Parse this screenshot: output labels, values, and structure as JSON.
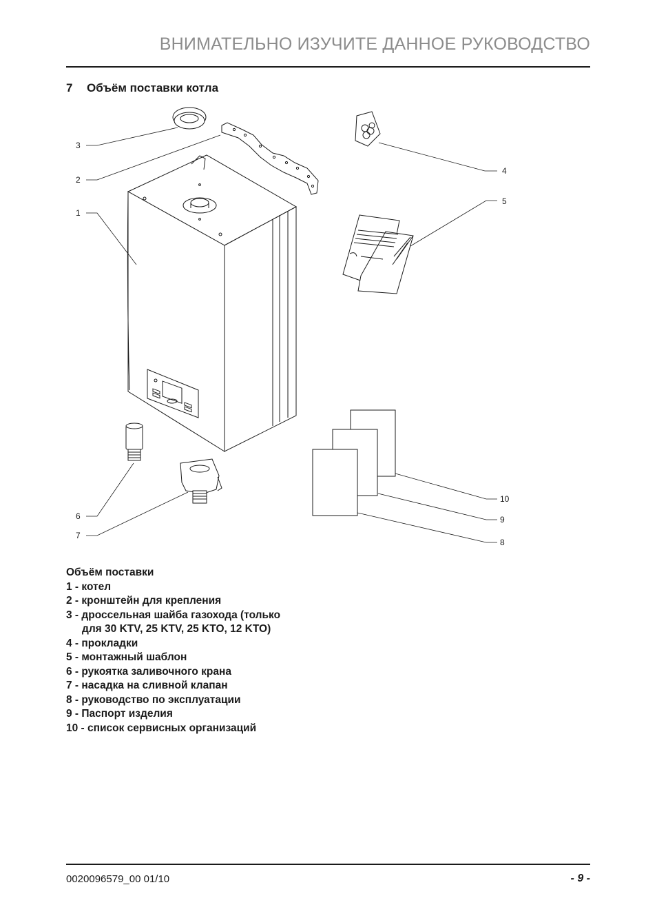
{
  "header": {
    "running_title": "ВНИМАТЕЛЬНО ИЗУЧИТЕ ДАННОЕ РУКОВОДСТВО"
  },
  "section": {
    "number": "7",
    "title": "Объём поставки котла"
  },
  "figure": {
    "callouts": [
      "1",
      "2",
      "3",
      "4",
      "5",
      "6",
      "7",
      "8",
      "9",
      "10"
    ]
  },
  "list": {
    "heading": "Объём поставки",
    "items": [
      "1 - котел",
      "2 - кронштейн для крепления",
      "3 - дроссельная шайба газохода (только",
      "для 30 KTV, 25 KTV, 25 KTO, 12 KTO)",
      "4 - прокладки",
      "5 - монтажный шаблон",
      "6 - рукоятка заливочного крана",
      "7 - насадка на сливной клапан",
      "8 - руководство по эксплуатации",
      "9 - Паспорт изделия",
      "10 - список сервисных организаций"
    ]
  },
  "footer": {
    "doc_code": "0020096579_00 01/10",
    "page": "- 9 -"
  }
}
